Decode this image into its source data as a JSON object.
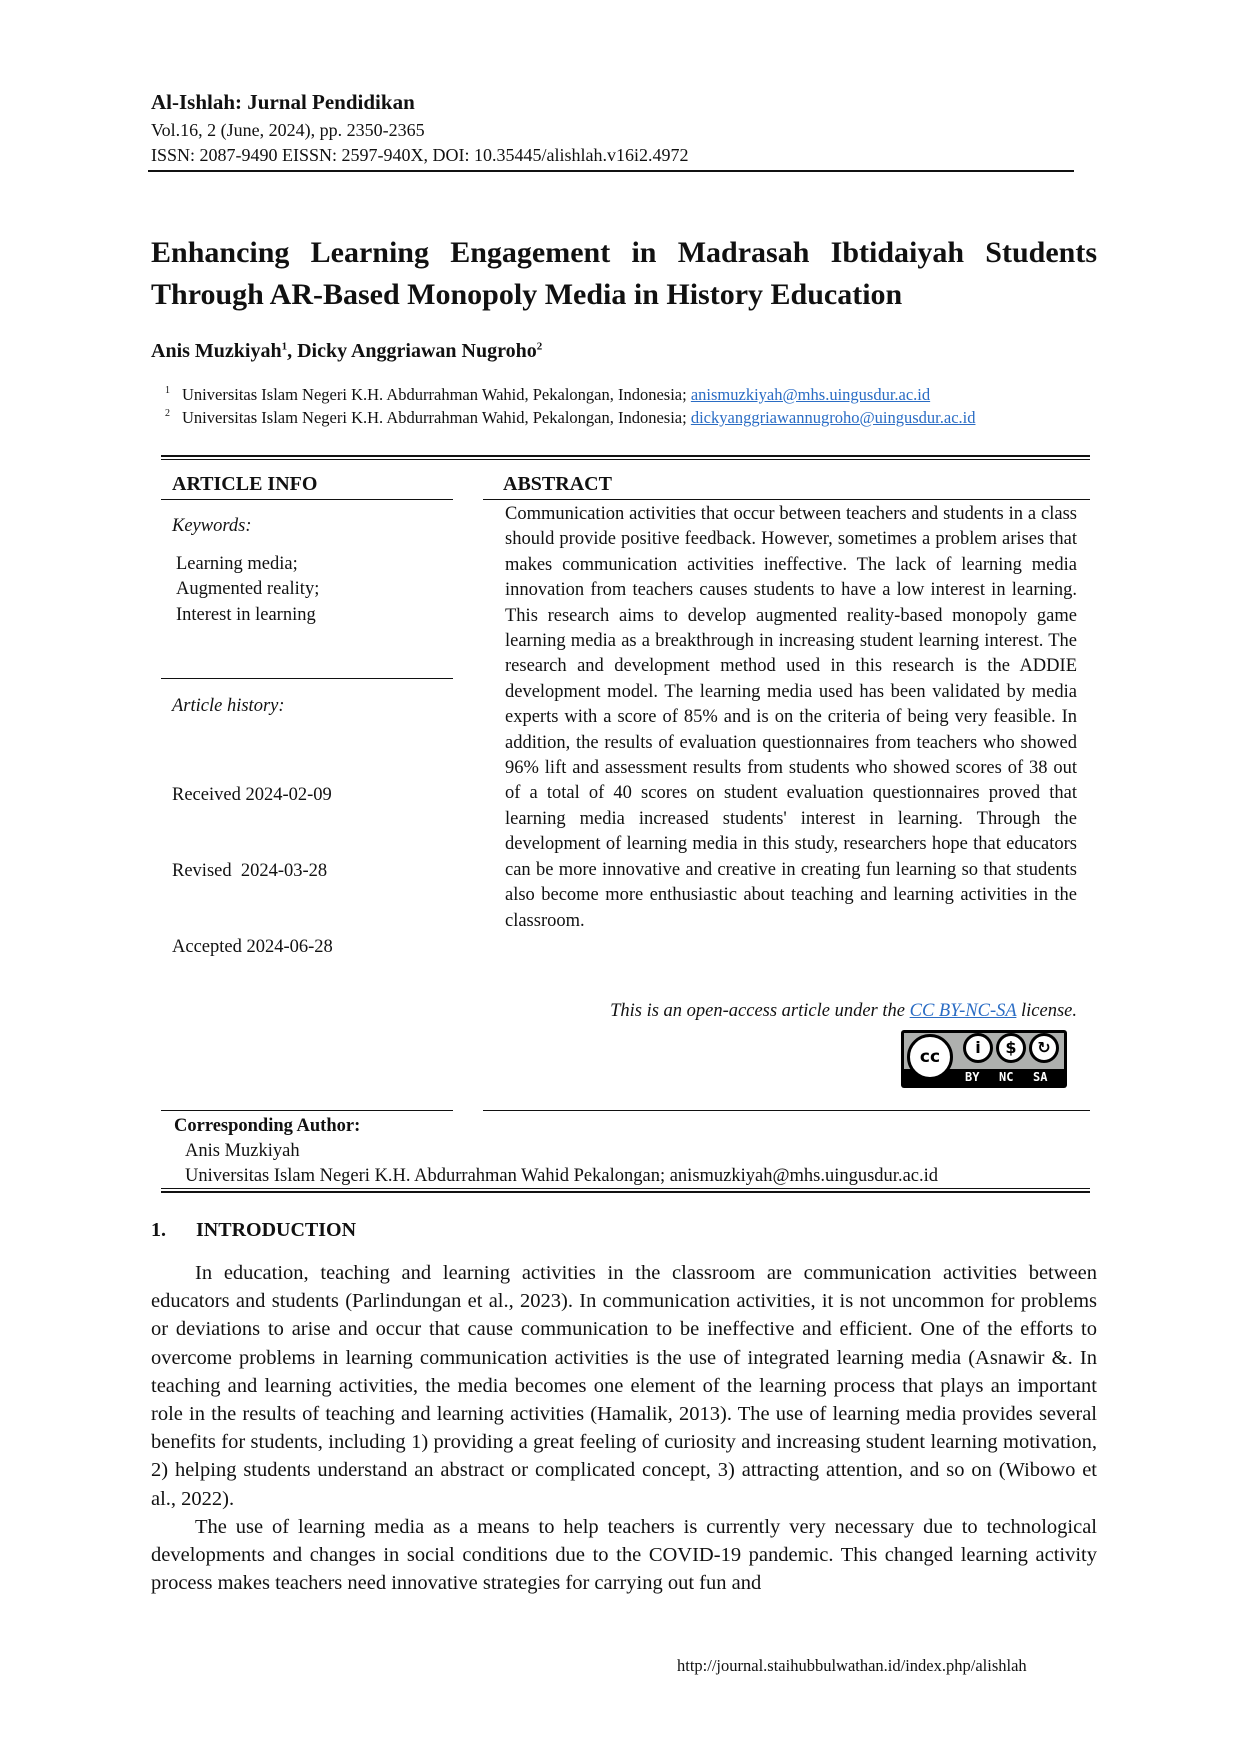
{
  "header": {
    "journal": "Al-Ishlah: Jurnal Pendidikan",
    "volume": "Vol.16, 2 (June, 2024), pp. 2350-2365",
    "issn": "ISSN: 2087-9490 EISSN: 2597-940X, DOI: 10.35445/alishlah.v16i2.4972"
  },
  "title": "Enhancing Learning Engagement in Madrasah Ibtidaiyah Students Through AR-Based Monopoly Media in History Education",
  "authors": {
    "a1": "Anis Muzkiyah",
    "s1": "1",
    "sep": ", ",
    "a2": "Dicky Anggriawan Nugroho",
    "s2": "2"
  },
  "affiliations": [
    {
      "num": "1",
      "text": "Universitas Islam Negeri K.H. Abdurrahman Wahid, Pekalongan, Indonesia; ",
      "email": "anismuzkiyah@mhs.uingusdur.ac.id"
    },
    {
      "num": "2",
      "text": "Universitas Islam Negeri K.H. Abdurrahman Wahid, Pekalongan, Indonesia; ",
      "email": "dickyanggriawannugroho@uingusdur.ac.id"
    }
  ],
  "article_info": {
    "heading": "ARTICLE INFO",
    "keywords_label": "Keywords:",
    "keywords": [
      "Learning media;",
      "Augmented reality;",
      "Interest in learning"
    ],
    "history_label": "Article history:",
    "history": [
      "Received 2024-02-09",
      "Revised  2024-03-28",
      "Accepted 2024-06-28"
    ]
  },
  "abstract": {
    "heading": "ABSTRACT",
    "text": "Communication activities that occur between teachers and students in a class should provide positive feedback. However, sometimes a problem arises that makes communication activities ineffective. The lack of learning media innovation from teachers causes students to have a low interest in learning. This research aims to develop augmented reality-based monopoly game learning media as a breakthrough in increasing student learning interest. The research and development method used in this research is the ADDIE development model. The learning media used has been validated by media experts with a score of 85% and is on the criteria of being very feasible. In addition, the results of evaluation questionnaires from teachers who showed 96% lift and assessment results from students who showed scores of 38 out of a total of 40 scores on student evaluation questionnaires proved that learning media increased students' interest in learning. Through the development of learning media in this study, researchers hope that educators can be more innovative and creative in creating fun learning so that students also become more enthusiastic about teaching and learning activities in the classroom.",
    "license_pre": "This is an open-access article under the ",
    "license_link": "CC BY-NC-SA",
    "license_post": " license.",
    "badge": {
      "cc": "cc",
      "by": "BY",
      "nc": "NC",
      "sa": "SA"
    }
  },
  "corresponding": {
    "label": "Corresponding Author:",
    "name": "Anis Muzkiyah",
    "affiliation": "Universitas Islam Negeri K.H. Abdurrahman Wahid Pekalongan; anismuzkiyah@mhs.uingusdur.ac.id"
  },
  "introduction": {
    "number": "1.",
    "heading": "INTRODUCTION",
    "paragraphs": [
      "In education, teaching and learning activities in the classroom are communication activities between educators and students (Parlindungan et al., 2023). In communication activities, it is not uncommon for problems or deviations to arise and occur that cause communication to be ineffective and efficient. One of the efforts to overcome problems in learning communication activities is the use of integrated learning media (Asnawir &. In teaching and learning activities, the media becomes one element of the learning process that plays an important role in the results of teaching and learning activities (Hamalik, 2013). The use of learning media provides several benefits for students, including 1) providing a great feeling of curiosity and increasing student learning motivation, 2) helping students understand an abstract or complicated concept, 3) attracting attention, and so on (Wibowo et al., 2022).",
      "The use of learning media as a means to help teachers is currently very necessary due to technological developments and changes in social conditions due to the COVID-19 pandemic. This changed learning activity process makes teachers need innovative strategies for carrying out fun and"
    ]
  },
  "footer": {
    "url": "http://journal.staihubbulwathan.id/index.php/alishlah"
  }
}
